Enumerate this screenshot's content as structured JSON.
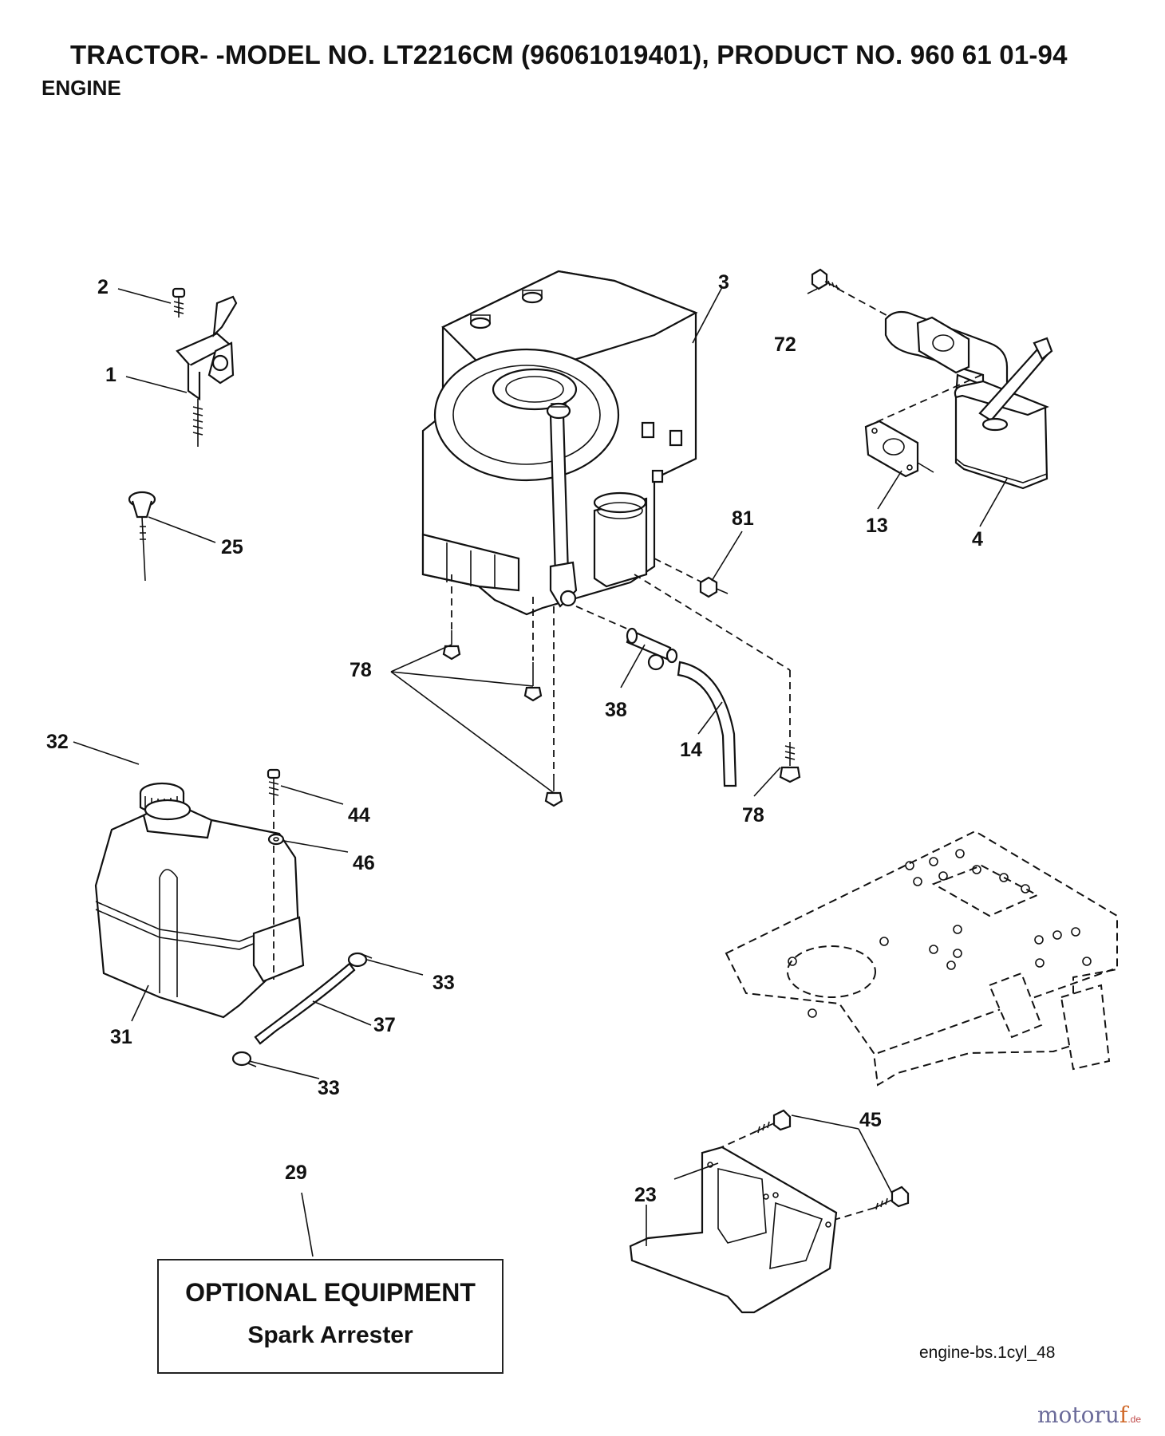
{
  "header": {
    "title": "TRACTOR- -MODEL NO. LT2216CM (96061019401), PRODUCT NO. 960 61 01-94",
    "section": "ENGINE"
  },
  "callouts": [
    {
      "id": "c1",
      "label": "1"
    },
    {
      "id": "c2",
      "label": "2"
    },
    {
      "id": "c3",
      "label": "3"
    },
    {
      "id": "c4",
      "label": "4"
    },
    {
      "id": "c13",
      "label": "13"
    },
    {
      "id": "c14",
      "label": "14"
    },
    {
      "id": "c23",
      "label": "23"
    },
    {
      "id": "c25",
      "label": "25"
    },
    {
      "id": "c29",
      "label": "29"
    },
    {
      "id": "c31",
      "label": "31"
    },
    {
      "id": "c32",
      "label": "32"
    },
    {
      "id": "c33a",
      "label": "33"
    },
    {
      "id": "c33b",
      "label": "33"
    },
    {
      "id": "c37",
      "label": "37"
    },
    {
      "id": "c38",
      "label": "38"
    },
    {
      "id": "c44",
      "label": "44"
    },
    {
      "id": "c45",
      "label": "45"
    },
    {
      "id": "c46",
      "label": "46"
    },
    {
      "id": "c72",
      "label": "72"
    },
    {
      "id": "c78a",
      "label": "78"
    },
    {
      "id": "c78b",
      "label": "78"
    },
    {
      "id": "c81",
      "label": "81"
    }
  ],
  "optional_box": {
    "title": "OPTIONAL EQUIPMENT",
    "item": "Spark Arrester"
  },
  "footer": {
    "diagram_code": "engine-bs.1cyl_48"
  },
  "watermark": {
    "brand_a": "moto",
    "brand_b": "r",
    "brand_c": "u",
    "brand_d": "f",
    "suffix": ".de"
  }
}
